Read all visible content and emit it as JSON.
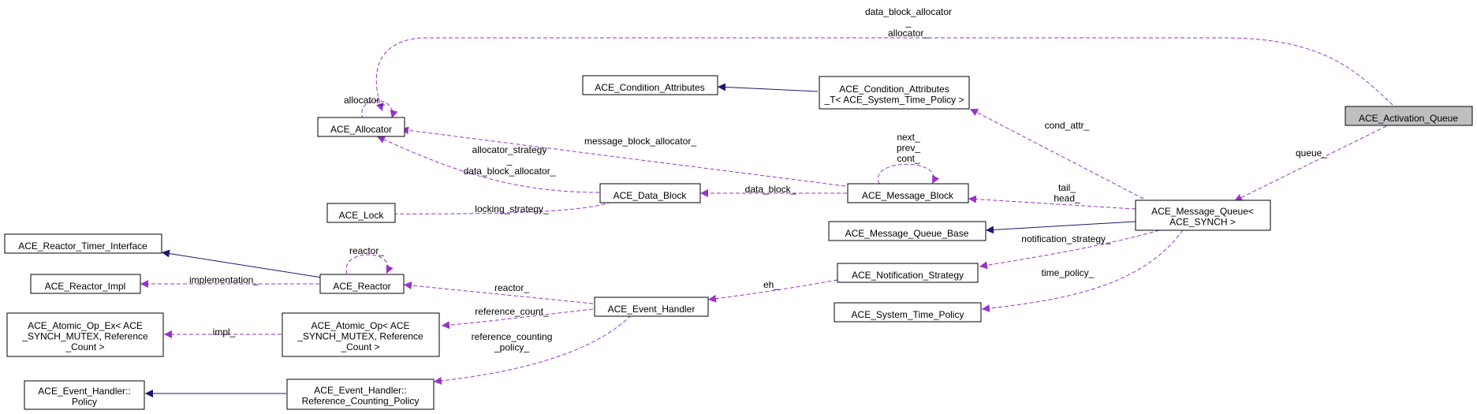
{
  "nodes": {
    "activation_queue": [
      "ACE_Activation_Queue"
    ],
    "message_queue": [
      "ACE_Message_Queue<",
      "ACE_SYNCH >"
    ],
    "allocator": [
      "ACE_Allocator"
    ],
    "cond_attr": [
      "ACE_Condition_Attributes"
    ],
    "cond_attr_t": [
      "ACE_Condition_Attributes",
      "_T< ACE_System_Time_Policy >"
    ],
    "message_block": [
      "ACE_Message_Block"
    ],
    "data_block": [
      "ACE_Data_Block"
    ],
    "lock": [
      "ACE_Lock"
    ],
    "mq_base": [
      "ACE_Message_Queue_Base"
    ],
    "notification": [
      "ACE_Notification_Strategy"
    ],
    "system_time": [
      "ACE_System_Time_Policy"
    ],
    "timer_iface": [
      "ACE_Reactor_Timer_Interface"
    ],
    "reactor": [
      "ACE_Reactor"
    ],
    "reactor_impl": [
      "ACE_Reactor_Impl"
    ],
    "event_handler": [
      "ACE_Event_Handler"
    ],
    "atomic_op_ex": [
      "ACE_Atomic_Op_Ex< ACE",
      "_SYNCH_MUTEX, Reference",
      "_Count >"
    ],
    "atomic_op": [
      "ACE_Atomic_Op< ACE",
      "_SYNCH_MUTEX, Reference",
      "_Count >"
    ],
    "eh_policy": [
      "ACE_Event_Handler::",
      "Policy"
    ],
    "eh_rc_policy": [
      "ACE_Event_Handler::",
      "Reference_Counting_Policy"
    ]
  },
  "labels": {
    "data_block_allocator": [
      "data_block_allocator",
      "_",
      "allocator_"
    ],
    "allocator_self": [
      "allocator_"
    ],
    "queue": [
      "queue_"
    ],
    "cond_attr": [
      "cond_attr_"
    ],
    "message_block_allocator": [
      "message_block_allocator_"
    ],
    "allocator_strategy": [
      "allocator_strategy",
      "_",
      "data_block_allocator_"
    ],
    "mb_self": [
      "next_",
      "prev_",
      "cont_"
    ],
    "data_block": [
      "data_block_"
    ],
    "tail_head": [
      "tail_",
      "head_"
    ],
    "locking_strategy": [
      "locking_strategy_"
    ],
    "notification_strategy": [
      "notification_strategy_"
    ],
    "reactor_self": [
      "reactor_"
    ],
    "implementation": [
      "implementation_"
    ],
    "reactor": [
      "reactor_"
    ],
    "eh": [
      "eh_"
    ],
    "time_policy": [
      "time_policy_"
    ],
    "reference_count": [
      "reference_count_"
    ],
    "impl": [
      "impl_"
    ],
    "reference_counting_policy": [
      "reference_counting",
      "_policy_"
    ]
  },
  "colors": {
    "usage_edge": "#9a32cd",
    "inheritance_edge": "#191970",
    "root_fill": "#bfbfbf",
    "node_fill": "#ffffff"
  }
}
